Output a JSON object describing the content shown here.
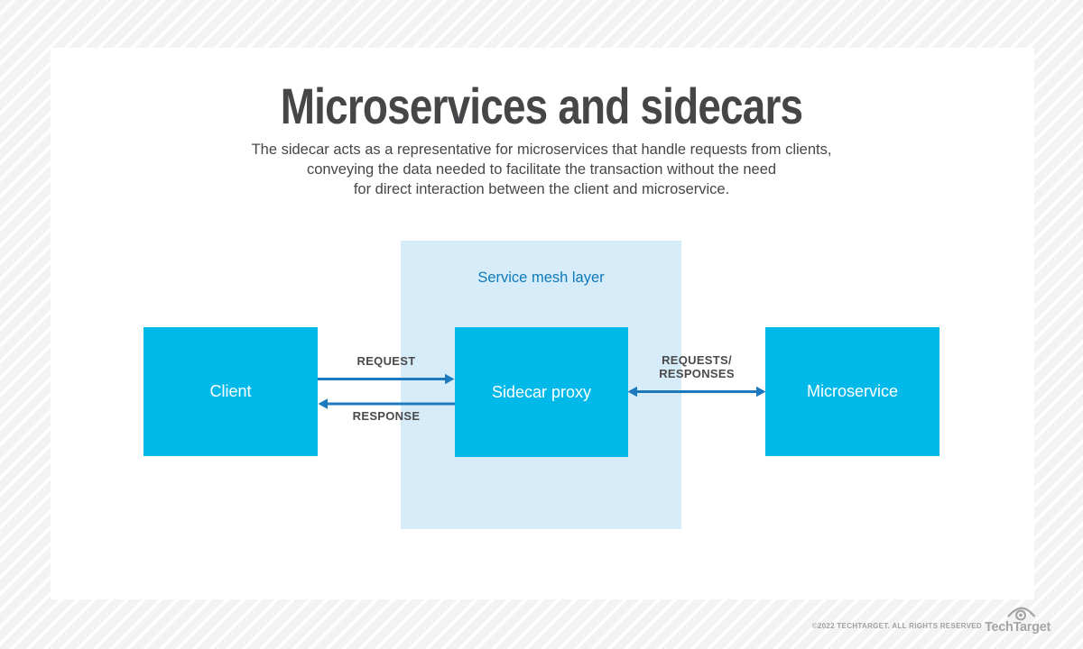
{
  "title": "Microservices and sidecars",
  "subtitle": {
    "line1": "The sidecar acts as a representative for microservices that handle requests from clients,",
    "line2": "conveying the data needed to facilitate the transaction without the need",
    "line3": "for direct interaction between the client and microservice."
  },
  "diagram": {
    "mesh": {
      "label": "Service mesh layer"
    },
    "nodes": {
      "client": "Client",
      "sidecar": "Sidecar proxy",
      "microservice": "Microservice"
    },
    "arrows": {
      "request": "REQUEST",
      "response": "RESPONSE",
      "duplex_line1": "REQUESTS/",
      "duplex_line2": "RESPONSES"
    }
  },
  "footer": {
    "copyright": "©2022 TECHTARGET. ALL RIGHTS RESERVED",
    "logo_text": "TechTarget"
  },
  "colors": {
    "node_cyan": "#00b9e9",
    "mesh_light_blue": "#d6edf9",
    "mesh_label_blue": "#0e79b8",
    "arrow_blue": "#1d79bd",
    "text_dark_gray": "#464648",
    "label_gray": "#4a4a4c",
    "footer_gray": "#a5a5a7",
    "background_stripe_gray": "#f3f3f4"
  }
}
